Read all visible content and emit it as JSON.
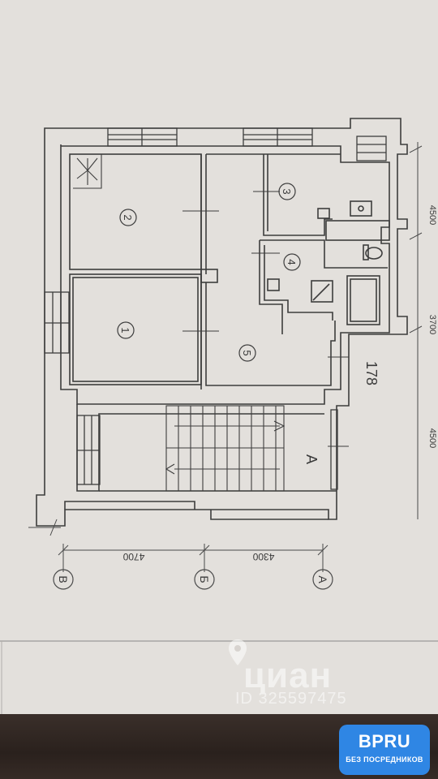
{
  "rooms": [
    {
      "id": "r1",
      "label": "1"
    },
    {
      "id": "r2",
      "label": "2"
    },
    {
      "id": "r3",
      "label": "3"
    },
    {
      "id": "r4",
      "label": "4"
    },
    {
      "id": "r5",
      "label": "5"
    }
  ],
  "stair_label": "A",
  "area_number": "178",
  "axes": [
    {
      "id": "axis-b",
      "label": "В"
    },
    {
      "id": "axis-v",
      "label": "Б"
    },
    {
      "id": "axis-a",
      "label": "А"
    }
  ],
  "dimensions": {
    "bottom_left": "4700",
    "bottom_right": "4300",
    "right_top": "4500",
    "right_mid": "3700",
    "right_bottom": "4500"
  },
  "watermark": {
    "brand": "циан",
    "id_text": "ID 325597475"
  },
  "badge": {
    "title": "BPRU",
    "subtitle": "БЕЗ ПОСРЕДНИКОВ"
  },
  "colors": {
    "paper": "#e2dfdb",
    "ink": "#3d3d3d",
    "badge": "#2f86e4"
  }
}
